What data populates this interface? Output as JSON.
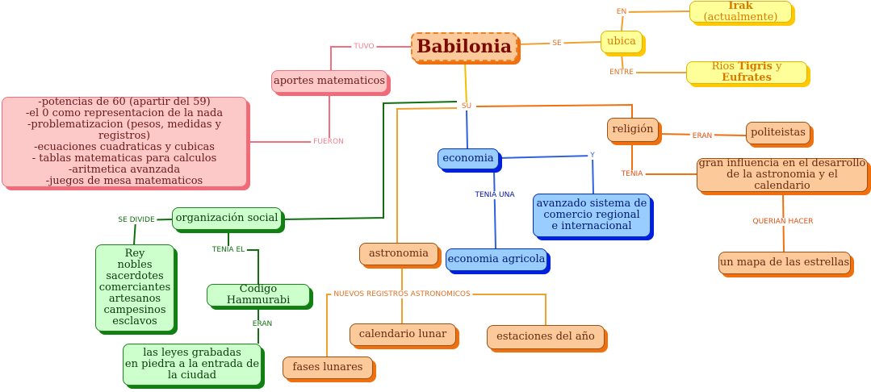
{
  "title": "Babilonia",
  "nodes": {
    "ubica": "ubica",
    "irak_bold": "Irak",
    "irak_rest": " (actualmente)",
    "rios_a": "Rios ",
    "rios_b": "Tigris",
    "rios_c": " y ",
    "rios_d": "Eufrates",
    "aportes": "aportes matematicos",
    "aportes_list": "-potencias de 60 (apartir del 59)\n-el 0 como representacion de la nada\n-problematizacion (pesos, medidas y registros)\n-ecuaciones cuadraticas y cubicas\n- tablas matematicas para calculos\n-aritmetica avanzada\n-juegos de mesa matematicos",
    "religion": "religión",
    "politeistas": "politeistas",
    "influencia": "gran influencia en el desarrollo\nde la astronomia y el calendario",
    "mapa": "un mapa de las estrellas",
    "economia": "economia",
    "comercio": "avanzado sistema de\ncomercio regional\ne internacional",
    "agricola": "economia agricola",
    "organizacion": "organización social",
    "clases": "Rey\nnobles\nsacerdotes\ncomerciantes\nartesanos\ncampesinos\nesclavos",
    "codigo": "Codigo Hammurabi",
    "leyes": "las leyes grabadas\nen piedra a la entrada de\nla ciudad",
    "astronomia": "astronomia",
    "calendario": "calendario lunar",
    "estaciones": "estaciones del año",
    "fases": "fases lunares"
  },
  "links": {
    "tuvo": "TUVO",
    "se": "SE",
    "en": "EN",
    "entre": "ENTRE",
    "su": "SU",
    "fueron": "FUERON",
    "eran1": "ERAN",
    "tenia": "TENIA",
    "y": "Y",
    "tenia_una": "TENIA UNA",
    "querian": "QUERIAN HACER",
    "se_divide": "SE DIVIDE",
    "tenia_el": "TENIA EL",
    "eran2": "ERAN",
    "nuevos": "NUEVOS REGISTROS ASTRONOMICOS"
  }
}
